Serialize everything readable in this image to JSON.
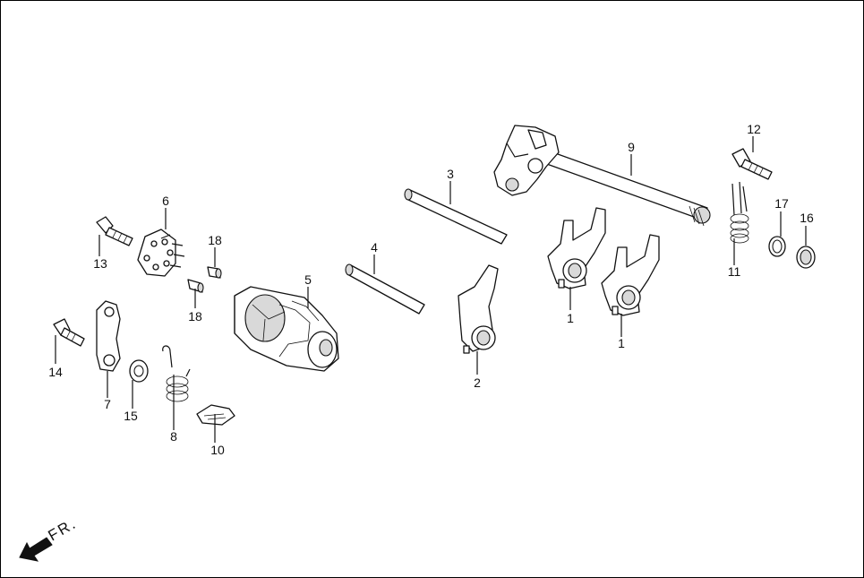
{
  "callouts": {
    "l1a": "1",
    "l1b": "1",
    "l2": "2",
    "l3": "3",
    "l4": "4",
    "l5": "5",
    "l6": "6",
    "l7": "7",
    "l8": "8",
    "l9": "9",
    "l10": "10",
    "l11": "11",
    "l12": "12",
    "l13": "13",
    "l14": "14",
    "l15": "15",
    "l16": "16",
    "l17": "17",
    "l18a": "18",
    "l18b": "18"
  },
  "direction": {
    "label": "FR.",
    "icon": "front-direction-arrow-icon"
  }
}
